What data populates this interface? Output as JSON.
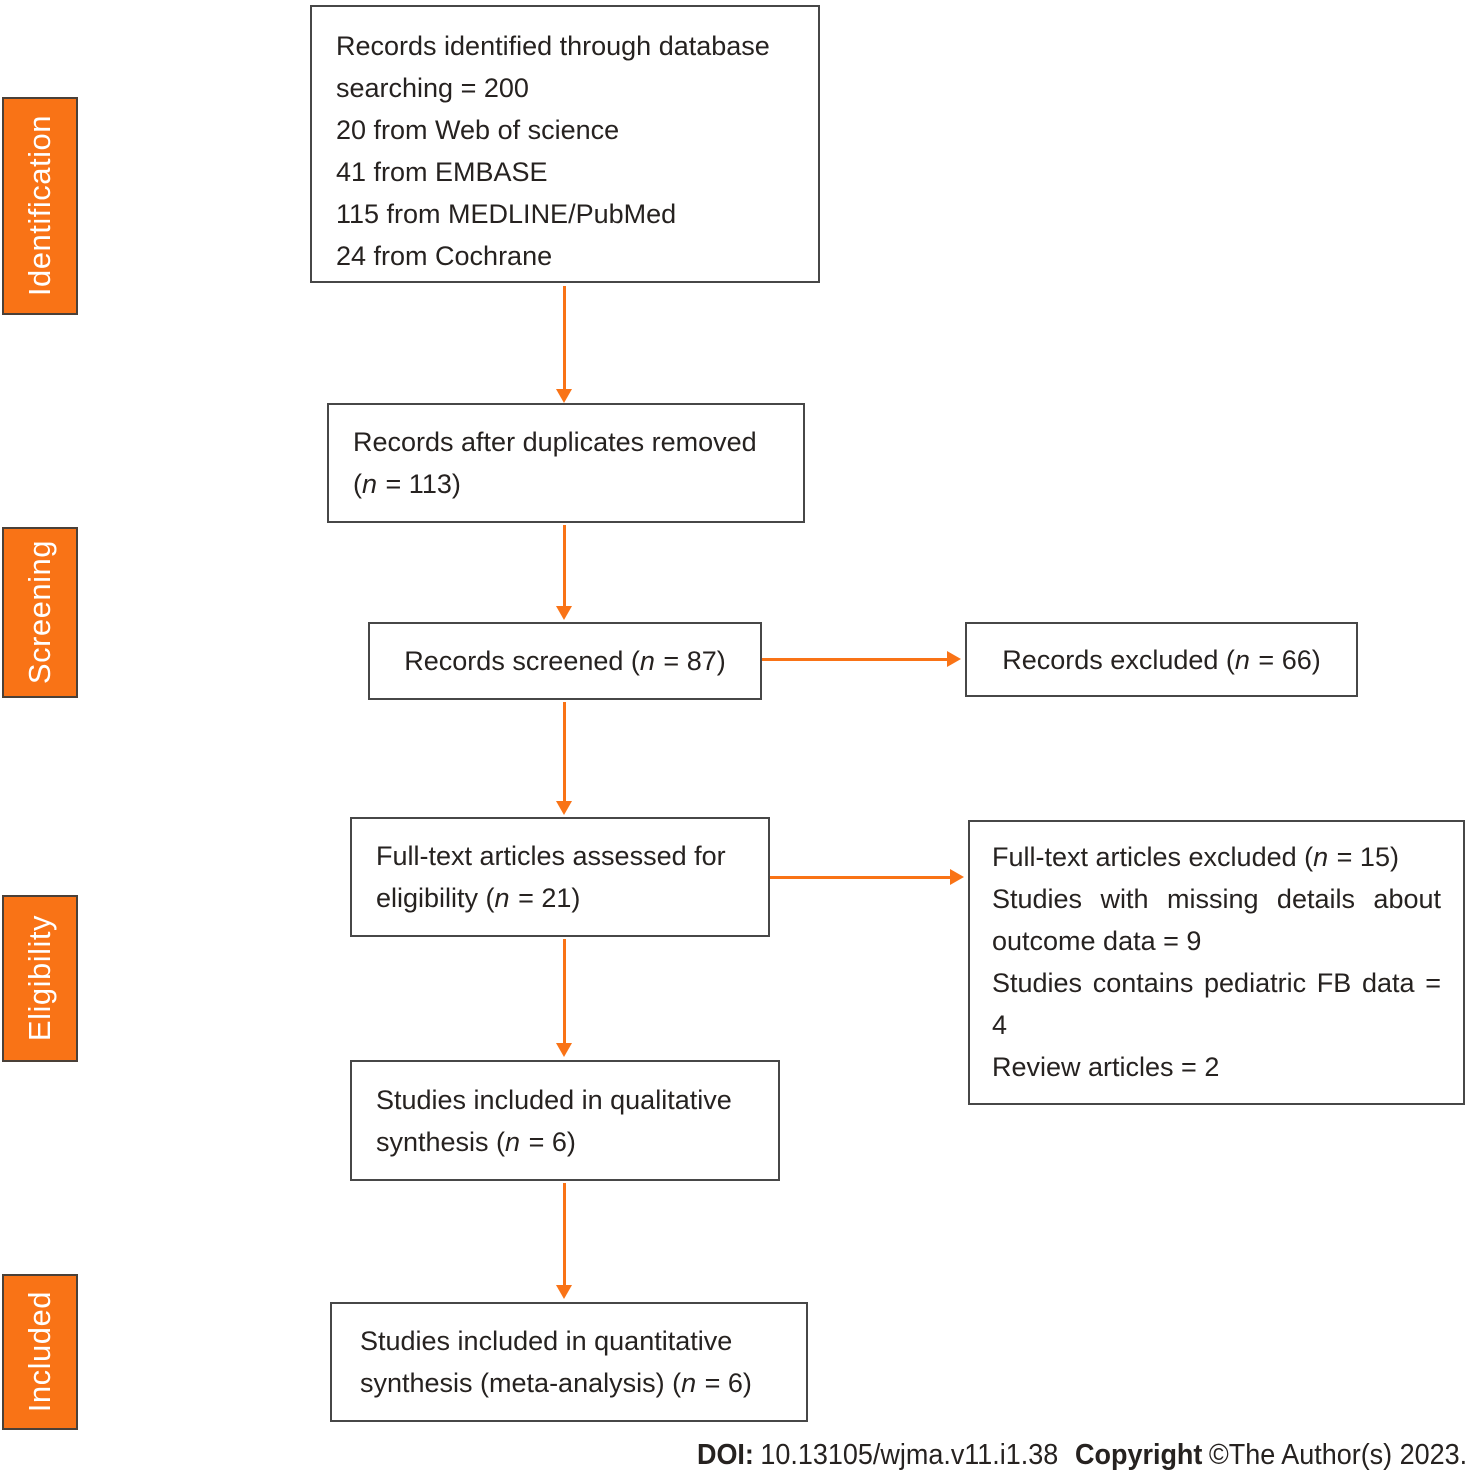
{
  "colors": {
    "accent_orange": "#F97316",
    "box_border": "#474747",
    "stage_text": "#FFFFFF",
    "body_text": "#262220"
  },
  "stages": [
    {
      "label": "Identification"
    },
    {
      "label": "Screening"
    },
    {
      "label": "Eligibility"
    },
    {
      "label": "Included"
    }
  ],
  "boxes": {
    "identification": {
      "lines": [
        "Records identified through database searching = 200",
        "20 from Web of science",
        "41 from EMBASE",
        "115 from MEDLINE/PubMed",
        "24 from Cochrane"
      ]
    },
    "duplicates": {
      "pre": "Records after duplicates removed (",
      "n": "n",
      "post": " = 113)"
    },
    "screened": {
      "pre": "Records screened (",
      "n": "n",
      "post": " = 87)"
    },
    "records_excluded": {
      "pre": "Records excluded (",
      "n": "n",
      "post": " = 66)"
    },
    "fulltext": {
      "pre": "Full-text articles assessed for eligibility (",
      "n": "n",
      "post": " = 21)"
    },
    "fulltext_excluded": {
      "line1_pre": "Full-text articles excluded (",
      "line1_n": "n",
      "line1_post": " = 15)",
      "line2": "Studies with missing details about outcome data = 9",
      "line3": "Studies contains pediatric FB data = 4",
      "line4": "Review articles = 2"
    },
    "qualitative": {
      "pre": "Studies included in qualitative synthesis (",
      "n": "n",
      "post": " = 6)"
    },
    "quantitative": {
      "pre": "Studies included in quantitative synthesis (meta-analysis) (",
      "n": "n",
      "post": " = 6)"
    }
  },
  "footer": {
    "doi_label": "DOI:",
    "doi_value": "10.13105/wjma.v11.i1.38",
    "copyright_label": "Copyright",
    "copyright_value": "©The Author(s) 2023."
  }
}
